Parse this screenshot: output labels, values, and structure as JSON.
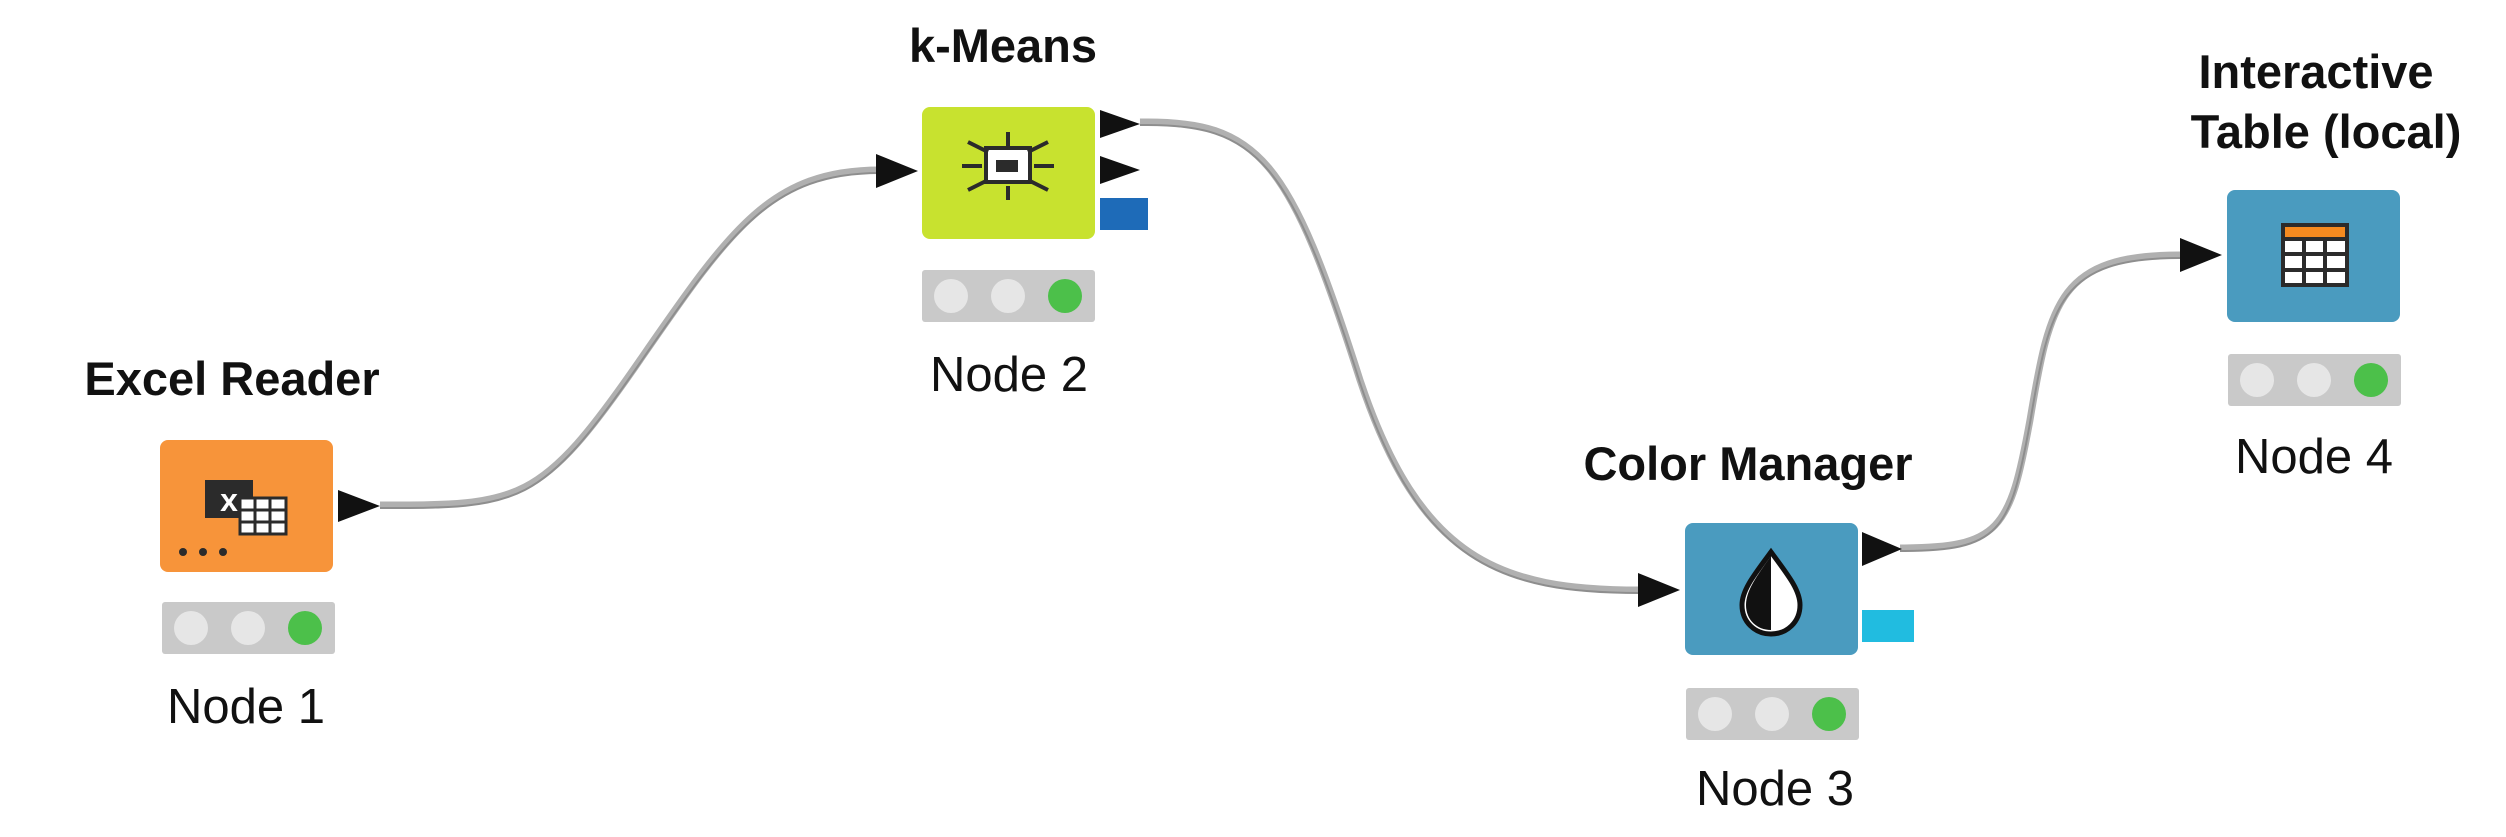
{
  "workflow": {
    "nodes": [
      {
        "id": "node-1",
        "title_lines": [
          "Excel Reader"
        ],
        "label": "Node 1",
        "icon": "excel-reader-icon",
        "color": "#F7943A",
        "status": "executed"
      },
      {
        "id": "node-2",
        "title_lines": [
          "k-Means"
        ],
        "label": "Node 2",
        "icon": "k-means-icon",
        "color": "#C8E22F",
        "status": "executed"
      },
      {
        "id": "node-3",
        "title_lines": [
          "Color Manager"
        ],
        "label": "Node 3",
        "icon": "color-manager-icon",
        "color": "#4A9BBF",
        "status": "executed"
      },
      {
        "id": "node-4",
        "title_lines": [
          "Interactive",
          "Table (local)"
        ],
        "label": "Node 4",
        "icon": "table-icon",
        "color": "#4A9BBF",
        "status": "executed"
      }
    ],
    "connections": [
      {
        "from": "node-1",
        "to": "node-2"
      },
      {
        "from": "node-2",
        "to": "node-3"
      },
      {
        "from": "node-3",
        "to": "node-4"
      }
    ],
    "status_colors": {
      "off": "#E6E6E6",
      "on": "#4CC04A",
      "frame": "#C9C9C9"
    },
    "model_port_colors": {
      "cluster_model": "#1E6BB8",
      "color_model": "#21BCE0"
    }
  }
}
